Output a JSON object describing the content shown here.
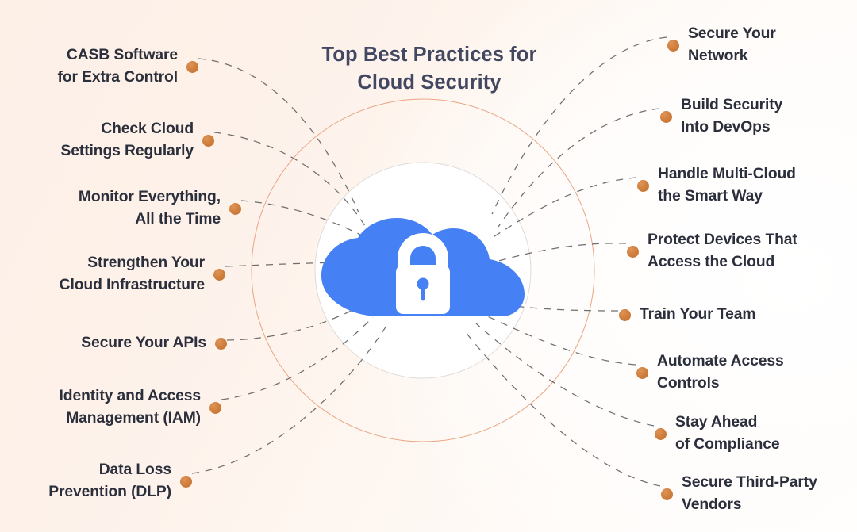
{
  "title": {
    "line1": "Top Best Practices for",
    "line2": "Cloud Security"
  },
  "center_icon": {
    "name": "cloud-lock-icon",
    "cloud_color": "#4680f5",
    "lock_color": "#ffffff"
  },
  "theme": {
    "background_start": "#fdf0e7",
    "background_end": "#ffffff",
    "dot_color": "#d07f3d",
    "title_color": "#434862",
    "label_color": "#2b2f3c",
    "ring_outer_color": "#e8a481",
    "ring_inner_color": "#d8d5d3",
    "connector_color": "#5c5c5c"
  },
  "left_items": [
    {
      "id": "casb-software",
      "text": "CASB Software\nfor Extra Control"
    },
    {
      "id": "check-cloud-settings",
      "text": "Check Cloud\nSettings Regularly"
    },
    {
      "id": "monitor-everything",
      "text": "Monitor Everything,\nAll the Time"
    },
    {
      "id": "strengthen-cloud",
      "text": "Strengthen Your\nCloud Infrastructure"
    },
    {
      "id": "secure-apis",
      "text": "Secure Your APIs"
    },
    {
      "id": "identity-access",
      "text": "Identity and Access\nManagement (IAM)"
    },
    {
      "id": "data-loss-prevention",
      "text": "Data Loss\nPrevention (DLP)"
    }
  ],
  "right_items": [
    {
      "id": "secure-network",
      "text": "Secure Your\nNetwork"
    },
    {
      "id": "build-security-devops",
      "text": "Build Security\nInto DevOps"
    },
    {
      "id": "handle-multi-cloud",
      "text": "Handle Multi-Cloud\nthe Smart Way"
    },
    {
      "id": "protect-devices",
      "text": "Protect Devices That\nAccess the Cloud"
    },
    {
      "id": "train-your-team",
      "text": "Train Your Team"
    },
    {
      "id": "automate-access",
      "text": "Automate Access\nControls"
    },
    {
      "id": "stay-ahead-compliance",
      "text": "Stay Ahead\nof Compliance"
    },
    {
      "id": "secure-third-party",
      "text": "Secure Third-Party\nVendors"
    }
  ]
}
